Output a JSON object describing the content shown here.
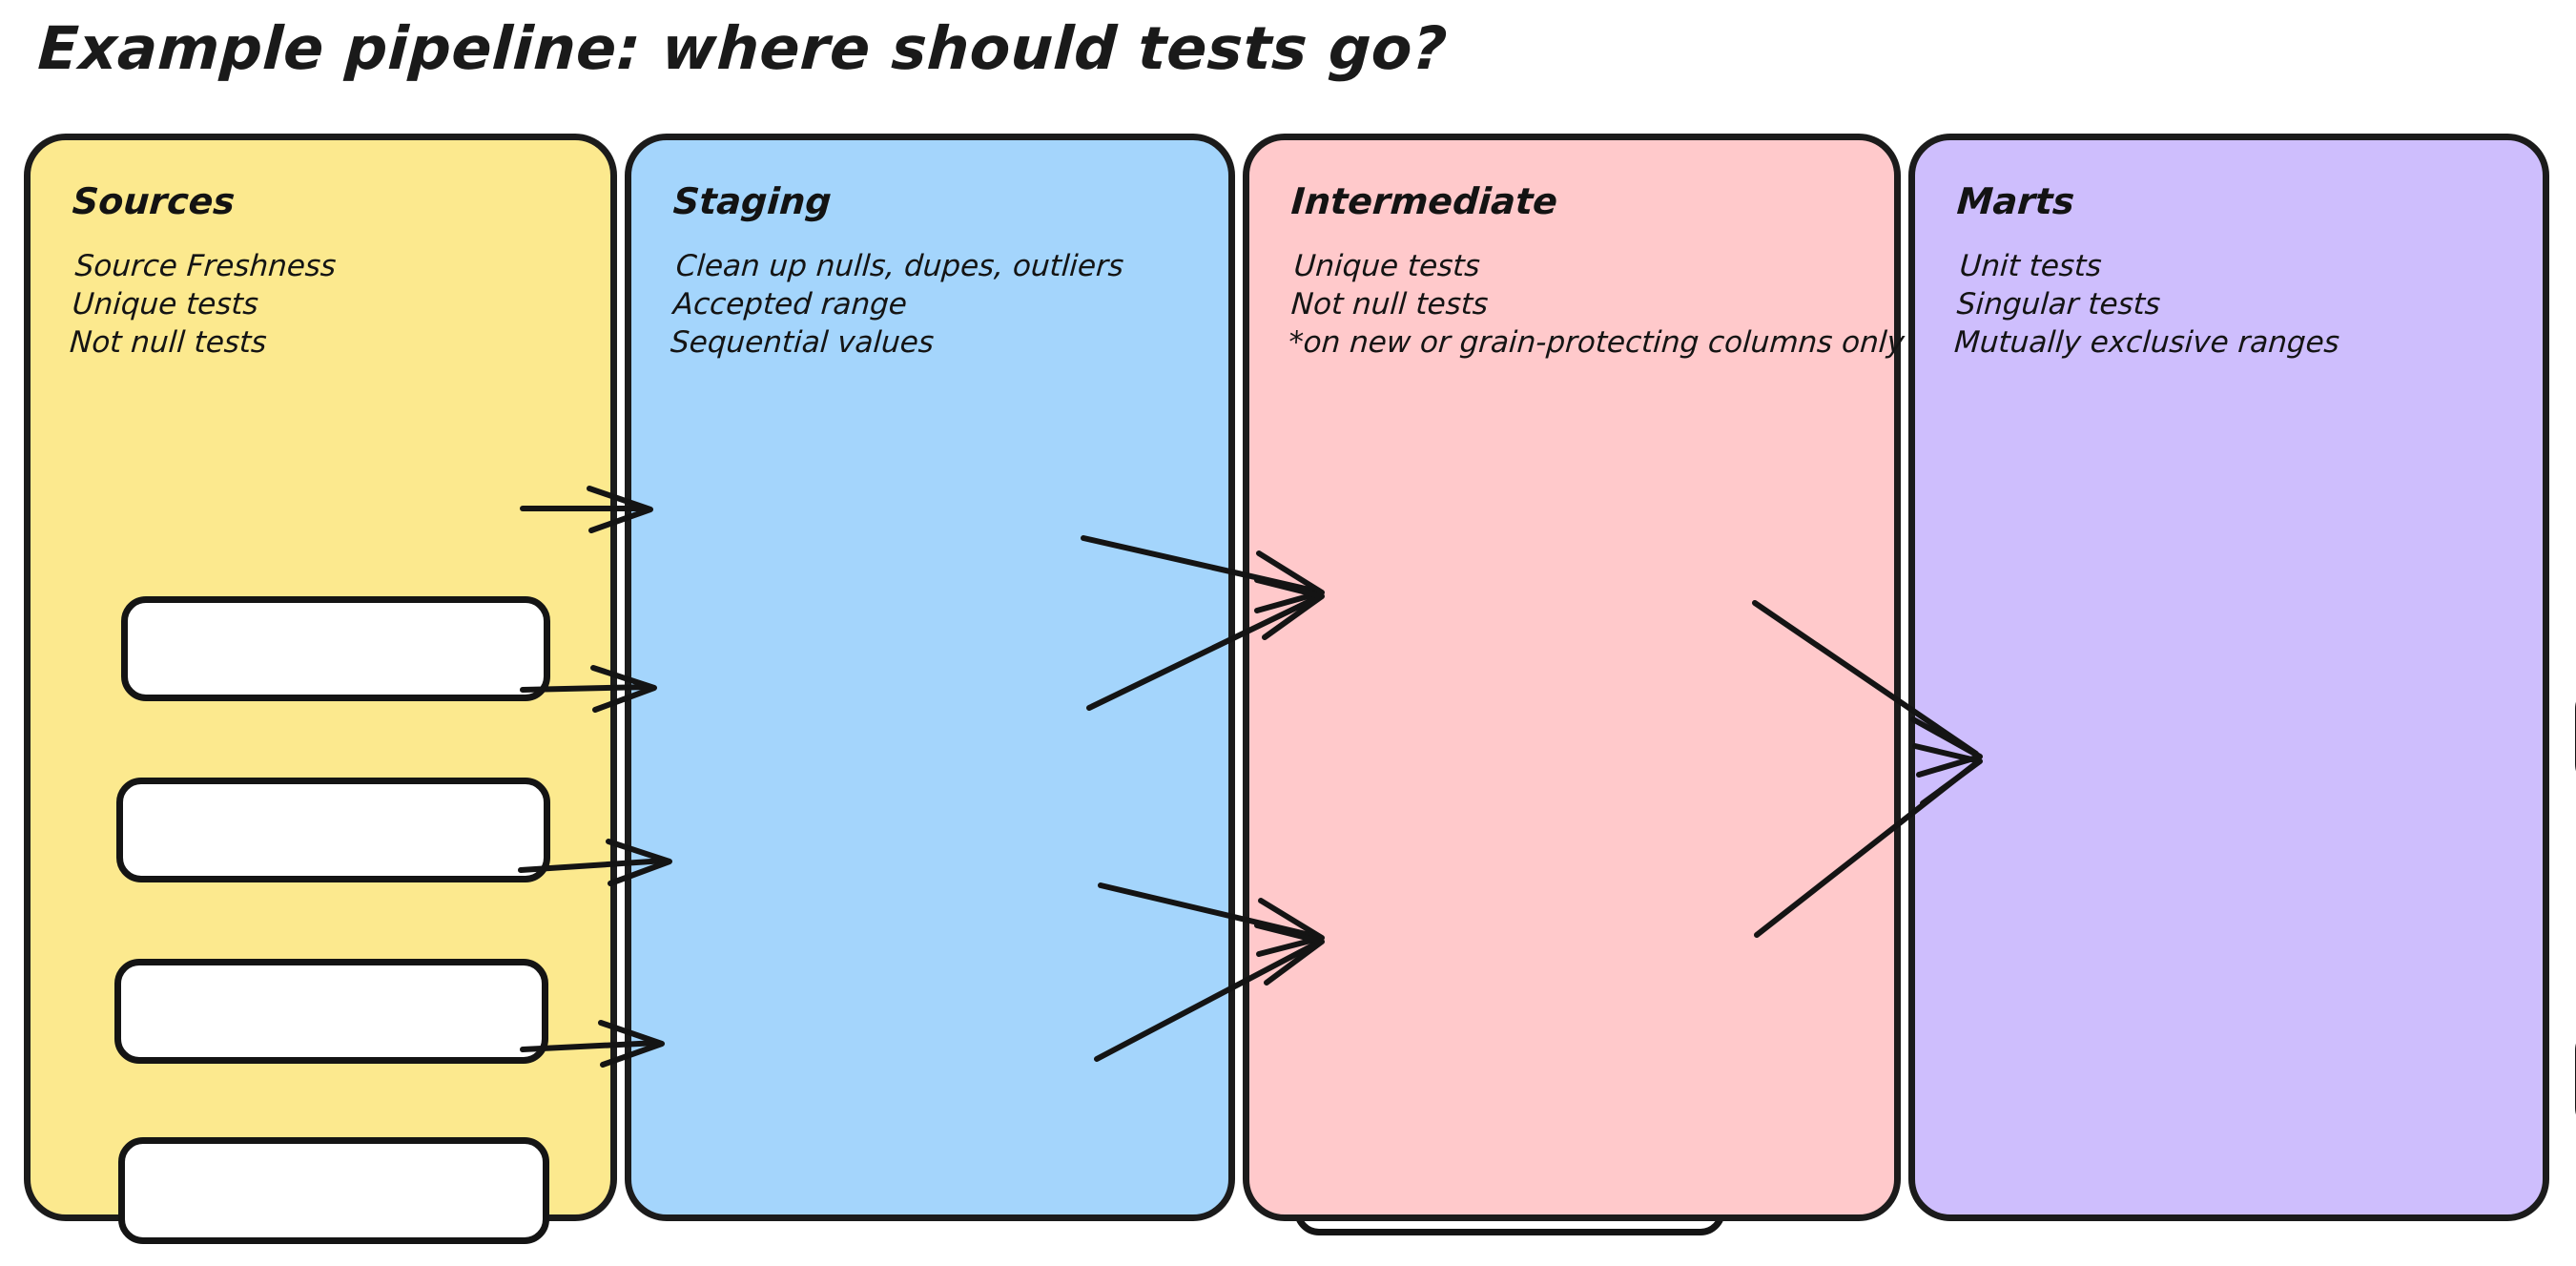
{
  "title": "Example pipeline: where should tests go?",
  "colors": {
    "sources_bg": "#FCE98E",
    "staging_bg": "#A4D5FC",
    "intermediate_bg": "#FFC9CB",
    "marts_bg": "#CEBEFD",
    "stroke": "#141414",
    "node_fill": "#FFFFFF",
    "page_bg": "#FFFFFF"
  },
  "stages": [
    {
      "id": "sources",
      "heading": "Sources",
      "notes": [
        "Source Freshness",
        "Unique tests",
        "Not null tests"
      ],
      "nodes": [
        {
          "label": ""
        },
        {
          "label": ""
        },
        {
          "label": ""
        },
        {
          "label": ""
        }
      ]
    },
    {
      "id": "staging",
      "heading": "Staging",
      "notes": [
        "Clean up nulls, dupes, outliers",
        "Accepted range",
        "Sequential values"
      ],
      "nodes": [
        {
          "label": ""
        },
        {
          "label": ""
        },
        {
          "label": ""
        },
        {
          "label": ""
        }
      ]
    },
    {
      "id": "intermediate",
      "heading": "Intermediate",
      "notes": [
        "Unique tests",
        "Not null tests",
        "*on new or grain-protecting columns only"
      ],
      "nodes": [
        {
          "label": ""
        },
        {
          "label": ""
        }
      ]
    },
    {
      "id": "marts",
      "heading": "Marts",
      "notes": [
        "Unit tests",
        "Singular tests",
        "Mutually exclusive ranges"
      ],
      "nodes": [
        {
          "label": ""
        }
      ]
    }
  ],
  "edges": [
    {
      "from": "sources.0",
      "to": "staging.0"
    },
    {
      "from": "sources.1",
      "to": "staging.1"
    },
    {
      "from": "sources.2",
      "to": "staging.2"
    },
    {
      "from": "sources.3",
      "to": "staging.3"
    },
    {
      "from": "staging.0",
      "to": "intermediate.0"
    },
    {
      "from": "staging.1",
      "to": "intermediate.0"
    },
    {
      "from": "staging.2",
      "to": "intermediate.1"
    },
    {
      "from": "staging.3",
      "to": "intermediate.1"
    },
    {
      "from": "intermediate.0",
      "to": "marts.0"
    },
    {
      "from": "intermediate.1",
      "to": "marts.0"
    }
  ]
}
